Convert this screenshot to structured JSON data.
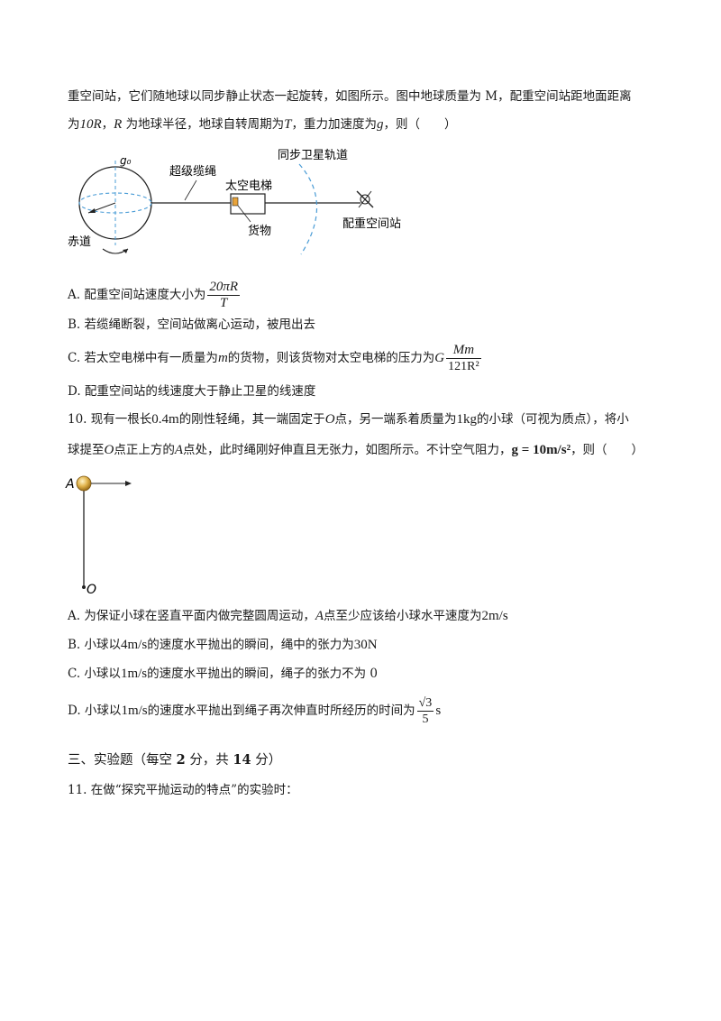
{
  "q9": {
    "line1": "重空间站，它们随地球以同步静止状态一起旋转，如图所示。图中地球质量为 M，配重空间站距地面距离",
    "line2_a": "为",
    "line2_b": "10R",
    "line2_c": "，",
    "line2_d": "R",
    "line2_e": " 为地球半径，地球自转周期为",
    "line2_f": "T",
    "line2_g": "，重力加速度为",
    "line2_h": "g",
    "line2_i": "，则（　　）",
    "figure": {
      "g0": "g₀",
      "cable": "超级缆绳",
      "orbit": "同步卫星轨道",
      "elevator": "太空电梯",
      "cargo": "货物",
      "equator": "赤道",
      "station": "配重空间站"
    },
    "optA_prefix": "A. 配重空间站速度大小为",
    "optA_num": "20πR",
    "optA_den": "T",
    "optB": "B. 若缆绳断裂，空间站做离心运动，被甩出去",
    "optC_prefix": "C. 若太空电梯中有一质量为",
    "optC_m": "m",
    "optC_mid": "的货物，则该货物对太空电梯的压力为",
    "optC_G": "G",
    "optC_num": "Mm",
    "optC_den": "121R²",
    "optD": "D. 配重空间站的线速度大于静止卫星的线速度"
  },
  "q10": {
    "l1_a": "10. 现有一根长",
    "l1_b": "0.4m",
    "l1_c": "的刚性轻绳，其一端固定于",
    "l1_d": "O",
    "l1_e": "点，另一端系着质量为",
    "l1_f": "1kg",
    "l1_g": "的小球（可视为质点），将小",
    "l2_a": "球提至",
    "l2_b": "O",
    "l2_c": "点正上方的",
    "l2_d": "A",
    "l2_e": "点处，此时绳刚好伸直且无张力，如图所示。不计空气阻力，",
    "l2_f": "g = 10m/s²",
    "l2_g": "，则（　　）",
    "figure": {
      "A": "A",
      "O": "O"
    },
    "optA_a": "A. 为保证小球在竖直平面内做完整圆周运动，",
    "optA_b": "A",
    "optA_c": "点至少应该给小球水平速度为",
    "optA_d": "2m/s",
    "optB_a": "B. 小球以",
    "optB_b": "4m/s",
    "optB_c": "的速度水平抛出的瞬间，绳中的张力为",
    "optB_d": "30N",
    "optC_a": "C. 小球以",
    "optC_b": "1m/s",
    "optC_c": "的速度水平抛出的瞬间，绳子的张力不为 0",
    "optD_a": "D. 小球以",
    "optD_b": "1m/s",
    "optD_c": "的速度水平抛出到绳子再次伸直时所经历的时间为",
    "optD_num": "√3",
    "optD_den": "5",
    "optD_unit": "s"
  },
  "section3": {
    "a": "三、实验题（每空",
    "b": "2",
    "c": "分，共",
    "d": "14",
    "e": "分）"
  },
  "q11": "11. 在做“探究平抛运动的特点”的实验时："
}
